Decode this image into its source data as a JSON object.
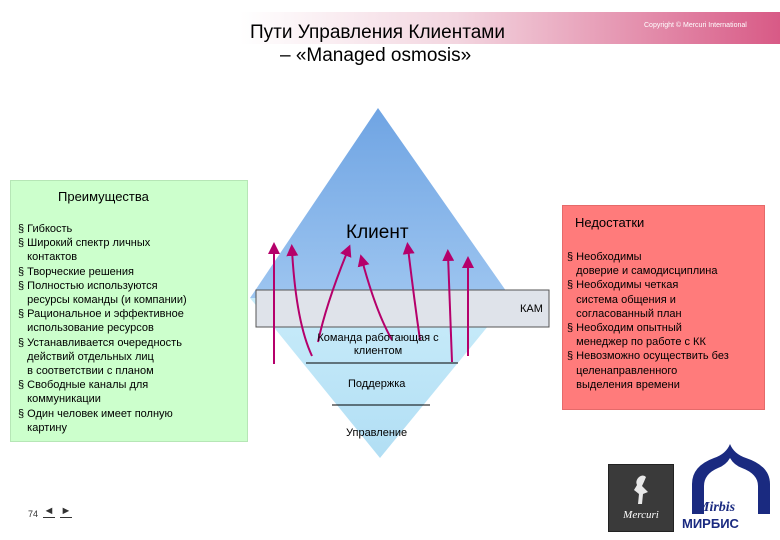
{
  "header": {
    "title_line1": "Пути Управления Клиентами",
    "title_line2": "– «Managed osmosis»",
    "copyright": "Copyright © Mercuri International"
  },
  "advantages": {
    "title": "Преимущества",
    "items": [
      "§ Гибкость",
      "§ Широкий спектр личных",
      "   контактов",
      "§ Творческие решения",
      "§ Полностью используются",
      "   ресурсы команды (и компании)",
      "§ Рациональное и эффективное",
      "   использование ресурсов",
      "§ Устанавливается очередность",
      "   действий отдельных лиц",
      "   в соответствии с планом",
      "§ Свободные каналы для",
      "   коммуникации",
      "§ Один человек имеет полную",
      "   картину"
    ]
  },
  "disadvantages": {
    "title": "Недостатки",
    "items": [
      "§ Необходимы",
      "   доверие и самодисциплина",
      "§ Необходимы четкая",
      "   система общения и",
      "   согласованный план",
      "§ Необходим опытный",
      "   менеджер по работе с КК",
      "§ Невозможно осуществить без",
      "   целенаправленного",
      "   выделения времени"
    ]
  },
  "diagram": {
    "client": "Клиент",
    "kam": "КАМ",
    "team": "Команда работающая с клиентом",
    "support": "Поддержка",
    "management": "Управление",
    "colors": {
      "top": "#7fb2ea",
      "bottom": "#bfe6f6",
      "arrows": "#b5006b"
    }
  },
  "footer": {
    "page_number": "74",
    "prev": "◄",
    "next": "►"
  },
  "logos": {
    "mercuri": "Mercuri",
    "mirbis_latin": "Mirbis",
    "mirbis_cyrillic": "МИРБИС"
  }
}
